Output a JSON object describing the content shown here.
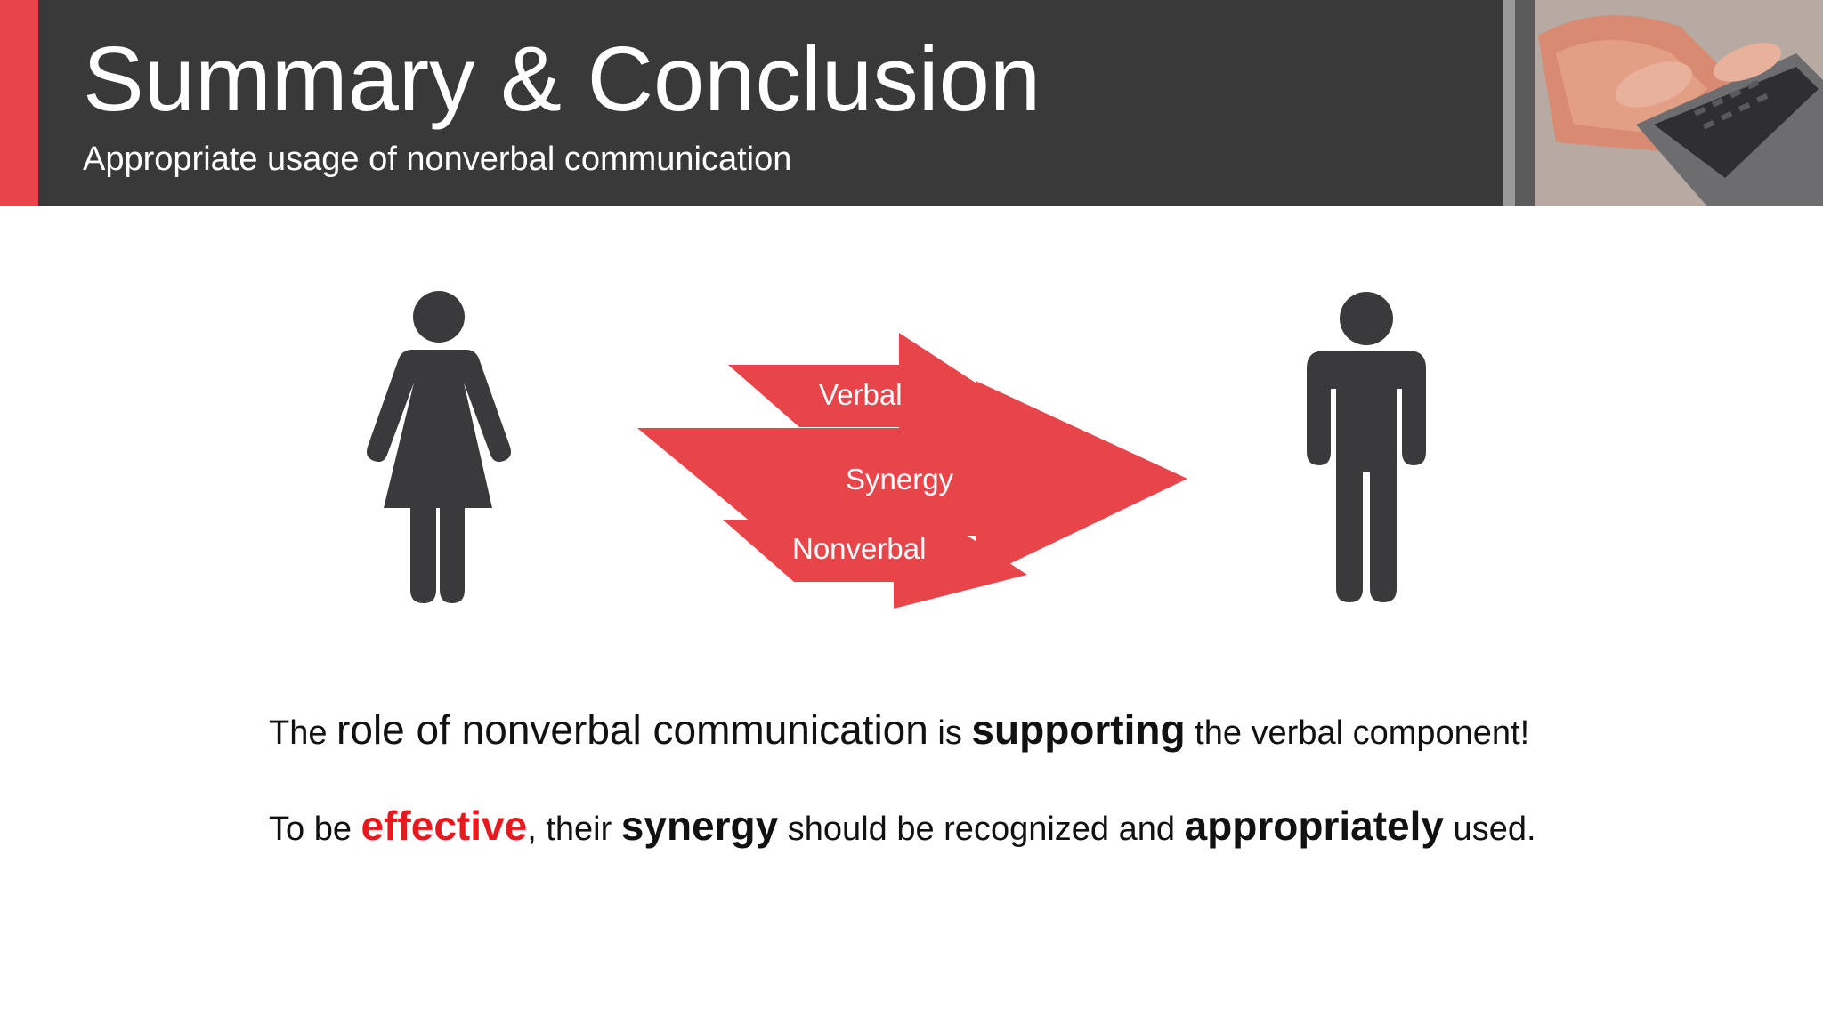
{
  "slide": {
    "title": "Summary & Conclusion",
    "subtitle": "Appropriate usage of nonverbal communication"
  },
  "diagram": {
    "sender_icon": "woman-figure-icon",
    "receiver_icon": "man-figure-icon",
    "arrows": {
      "top": "Verbal",
      "middle": "Synergy",
      "bottom": "Nonverbal"
    },
    "colors": {
      "arrow": "#e8454b",
      "figure": "#3a3a3c",
      "header": "#393939",
      "accent": "#e8454b",
      "emphasis": "#e8191e"
    }
  },
  "statements": {
    "line1": {
      "p1": "The ",
      "p2": "role of nonverbal communication",
      "p3": " is ",
      "p4": "supporting",
      "p5": " the verbal component!"
    },
    "line2": {
      "p1": "To be ",
      "p2": "effective",
      "p3": ", their ",
      "p4": "synergy",
      "p5": " should be recognized and ",
      "p6": "appropriately",
      "p7": " used."
    }
  }
}
